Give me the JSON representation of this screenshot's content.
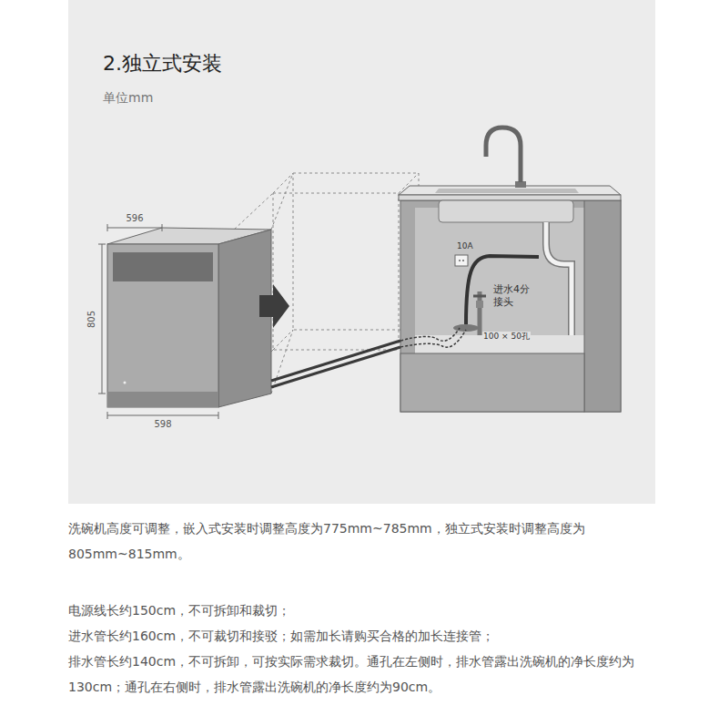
{
  "diagram": {
    "title": "2.独立式安装",
    "labels": [
      "单位mm",
      "596",
      "805",
      "598",
      "10A",
      "进水4分 接头",
      "100 × 50孔",
      "洗碗机高度可调整，嵌入式安装时调整高度为775mm~785mm，独立式安装时调整高度为805mm~815mm。",
      "电源线长约150cm，不可拆卸和裁切；",
      "进水管长约160cm，不可裁切和接驳；如需加长请购买合格的加长连接管；",
      "排水管长约140cm，不可拆卸，可按实际需求裁切。通孔在左侧时，排水管露出洗碗机的净长度约为130cm；通孔在右侧时，排水管露出洗碗机的净长度约为90cm。"
    ]
  }
}
